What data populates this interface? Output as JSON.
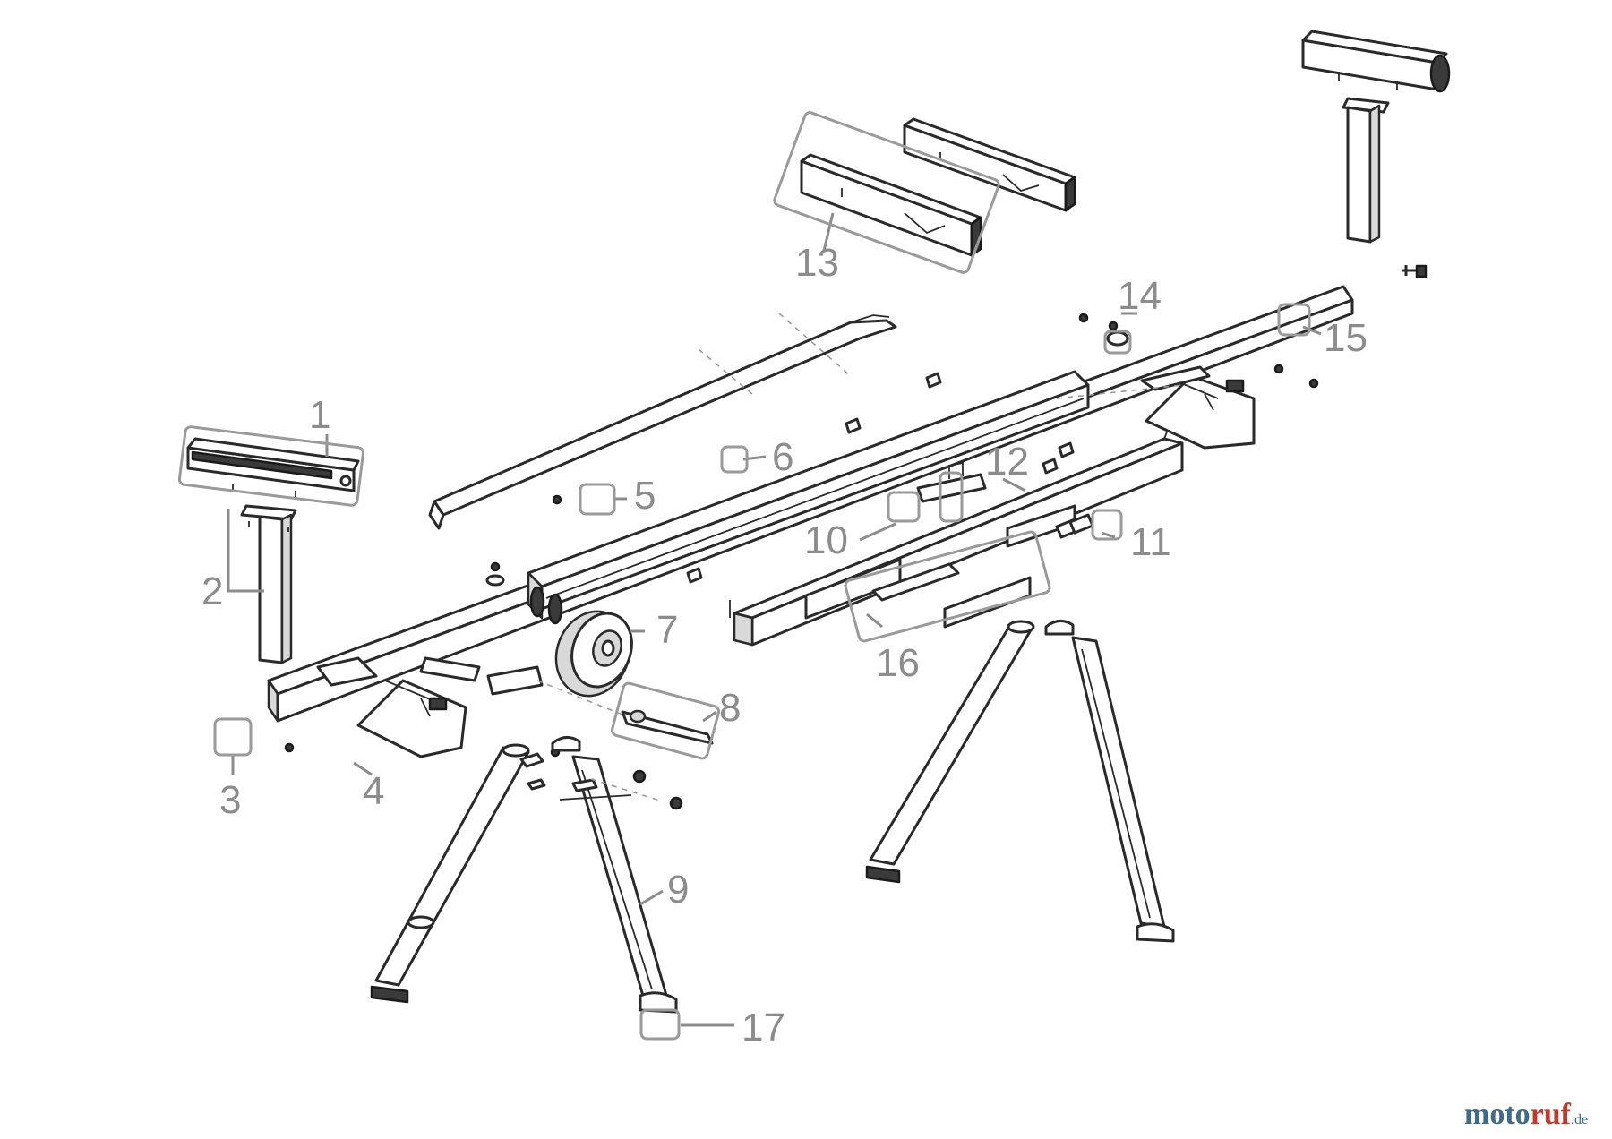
{
  "callouts": [
    {
      "id": "1",
      "label": "1"
    },
    {
      "id": "2",
      "label": "2"
    },
    {
      "id": "3",
      "label": "3"
    },
    {
      "id": "4",
      "label": "4"
    },
    {
      "id": "5",
      "label": "5"
    },
    {
      "id": "6",
      "label": "6"
    },
    {
      "id": "7",
      "label": "7"
    },
    {
      "id": "8",
      "label": "8"
    },
    {
      "id": "9",
      "label": "9"
    },
    {
      "id": "10",
      "label": "10"
    },
    {
      "id": "11",
      "label": "11"
    },
    {
      "id": "12",
      "label": "12"
    },
    {
      "id": "13",
      "label": "13"
    },
    {
      "id": "14",
      "label": "14"
    },
    {
      "id": "15",
      "label": "15"
    },
    {
      "id": "16",
      "label": "16"
    },
    {
      "id": "17",
      "label": "17"
    }
  ],
  "watermark": {
    "part_a": "moto",
    "part_b": "ruf",
    "part_c": ".de"
  },
  "colors": {
    "line": "#2a2a2a",
    "callout": "#8c8c8c",
    "watermark_blue": "#3d6b8c",
    "watermark_red": "#c0392b"
  }
}
